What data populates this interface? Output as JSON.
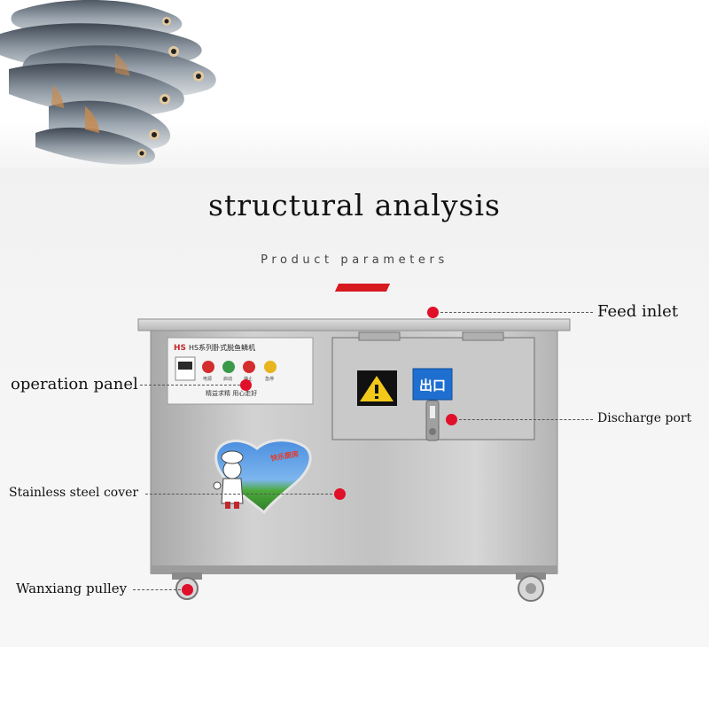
{
  "heading": {
    "title": "structural analysis",
    "subtitle": "Product parameters"
  },
  "machine": {
    "brand": "HS",
    "model_name": "HS系列卧式脱鱼鳞机",
    "outlet_sign": "出口",
    "panel_button_labels": [
      "电源",
      "启动",
      "停止",
      "急停"
    ],
    "panel_slogan": "精益求精  用心走好",
    "sticker_text": "快乐厨房"
  },
  "callouts": [
    {
      "label": "Feed inlet"
    },
    {
      "label": "operation panel"
    },
    {
      "label": "Discharge port"
    },
    {
      "label": "Stainless steel cover"
    },
    {
      "label": "Wanxiang pulley"
    }
  ],
  "colors": {
    "accent": "#d71920",
    "marker": "#e0102a",
    "steel": "#c4c4c4",
    "outlet_sign": "#1e6fd0"
  }
}
